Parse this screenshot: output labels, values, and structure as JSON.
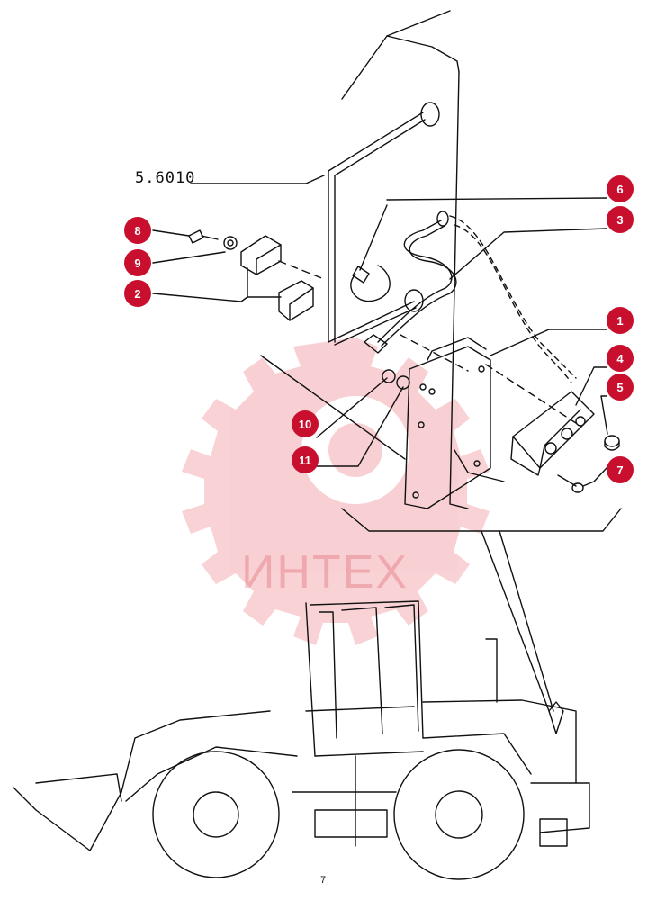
{
  "diagram": {
    "reference_code": "5.6010",
    "watermark": "ИНТЕХ",
    "accent_color": "#c8102e",
    "callouts": [
      {
        "id": "callout-8",
        "label": "8"
      },
      {
        "id": "callout-9",
        "label": "9"
      },
      {
        "id": "callout-2",
        "label": "2"
      },
      {
        "id": "callout-6",
        "label": "6"
      },
      {
        "id": "callout-3",
        "label": "3"
      },
      {
        "id": "callout-1",
        "label": "1"
      },
      {
        "id": "callout-4",
        "label": "4"
      },
      {
        "id": "callout-5",
        "label": "5"
      },
      {
        "id": "callout-7",
        "label": "7"
      },
      {
        "id": "callout-10",
        "label": "10"
      },
      {
        "id": "callout-11",
        "label": "11"
      }
    ],
    "page_mark": "7"
  }
}
